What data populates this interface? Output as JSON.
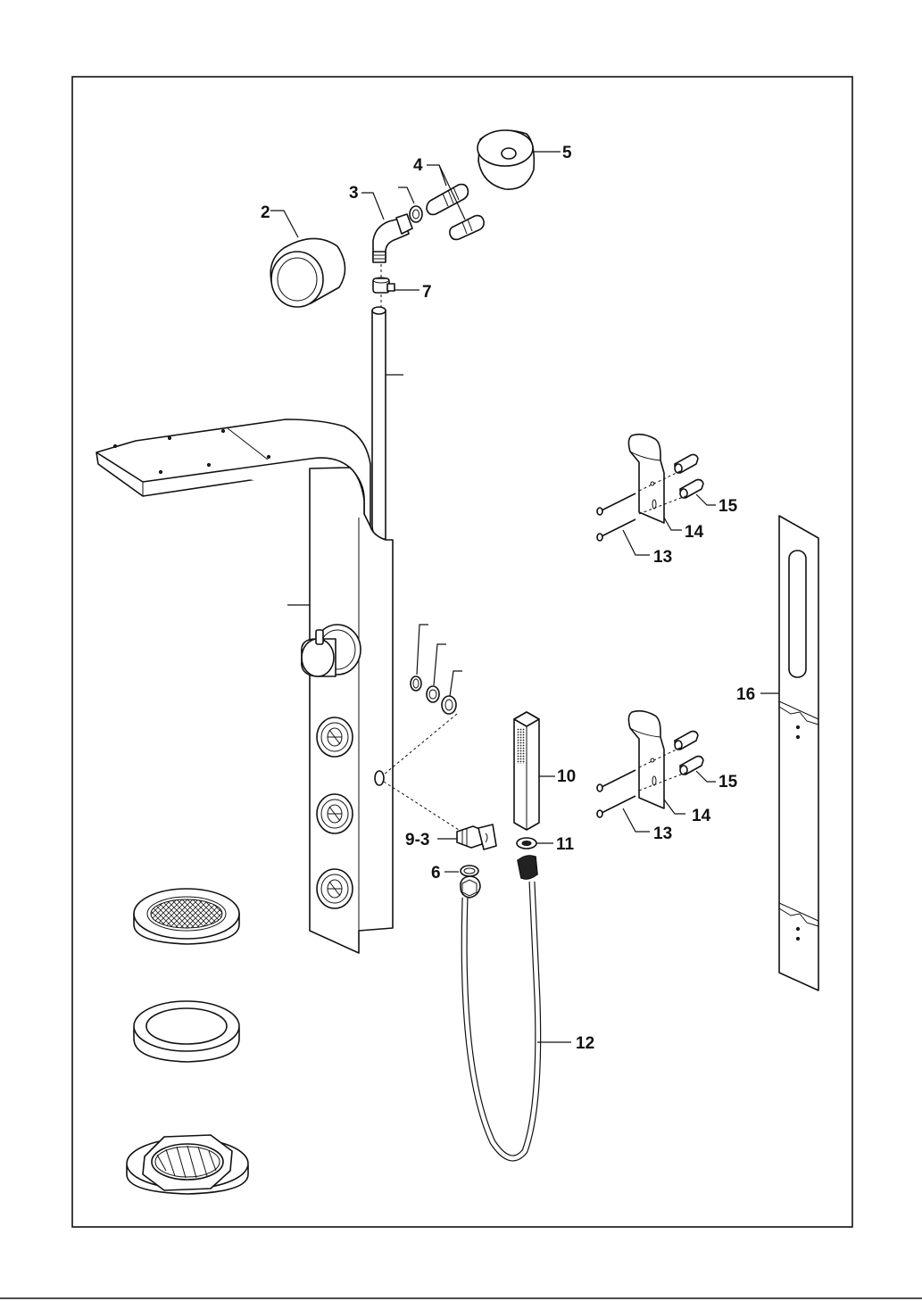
{
  "diagram": {
    "labels": {
      "p2": "2",
      "p3": "3",
      "p4": "4",
      "p5": "5",
      "p6": "6",
      "p7": "7",
      "p9_3": "9-3",
      "p10": "10",
      "p11": "11",
      "p12": "12",
      "p13_top": "13",
      "p14_top": "14",
      "p15_top": "15",
      "p13_bottom": "13",
      "p14_bottom": "14",
      "p15_bottom": "15",
      "p16": "16"
    }
  }
}
